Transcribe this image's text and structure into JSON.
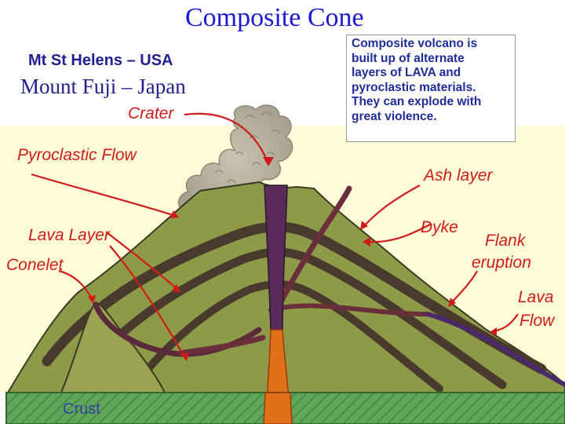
{
  "title": "Composite Cone",
  "examples": [
    "Mt St Helens – USA",
    "Mount Fuji – Japan"
  ],
  "description": "Composite volcano is built up of alternate layers of LAVA and pyroclastic materials. They can explode with great violence.",
  "description_lines": [
    "Composite volcano is",
    "built up of alternate",
    "layers of LAVA and",
    "pyroclastic materials.",
    "They can explode with",
    "great violence."
  ],
  "labels": {
    "crater": "Crater",
    "pyroclastic_flow": "Pyroclastic Flow",
    "lava_layer": "Lava Layer",
    "conelet": "Conelet",
    "ash_layer": "Ash layer",
    "dyke": "Dyke",
    "flank_eruption_1": "Flank",
    "flank_eruption_2": "eruption",
    "lava_flow_1": "Lava",
    "lava_flow_2": "Flow",
    "crust": "Crust"
  },
  "colors": {
    "title": "#1a1ad6",
    "labels": "#d11a1a",
    "sky": "#fffdd8",
    "cone": "#8d9a48",
    "layers": "#4a3a2e",
    "vent": "#5a2a5a",
    "magma": "#e0701a",
    "crust": "#5fa55a"
  }
}
